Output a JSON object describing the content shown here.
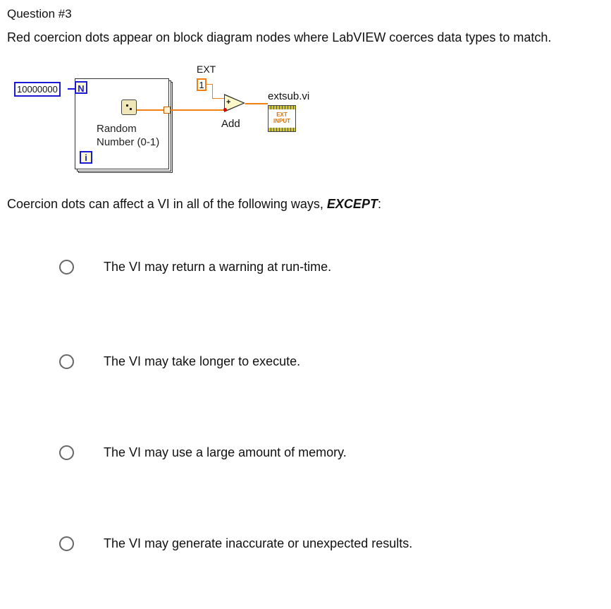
{
  "header": {
    "title": "Question #3",
    "prompt": "Red coercion dots appear on block diagram nodes where LabVIEW coerces data types to match."
  },
  "diagram": {
    "numeric_constant": "10000000",
    "count_terminal": "N",
    "iteration_terminal": "i",
    "random_label_line1": "Random",
    "random_label_line2": "Number (0-1)",
    "ext_label": "EXT",
    "ext_constant": "1",
    "add_label": "Add",
    "add_symbol": "+",
    "subvi_label": "extsub.vi",
    "subvi_icon_line1": "EXT",
    "subvi_icon_line2": "INPUT",
    "colors": {
      "integer_wire": "#1a1ad6",
      "double_wire": "#f08010",
      "coercion_dot": "#e00000"
    }
  },
  "question": {
    "text": "Coercion dots can affect a VI in all of the following ways, ",
    "emphasis": "EXCEPT",
    "suffix": ":"
  },
  "options": [
    {
      "label": "The VI may return a warning at run-time."
    },
    {
      "label": "The VI may take longer to execute."
    },
    {
      "label": "The VI may use a large amount of memory."
    },
    {
      "label": "The VI may generate inaccurate or unexpected results."
    }
  ]
}
